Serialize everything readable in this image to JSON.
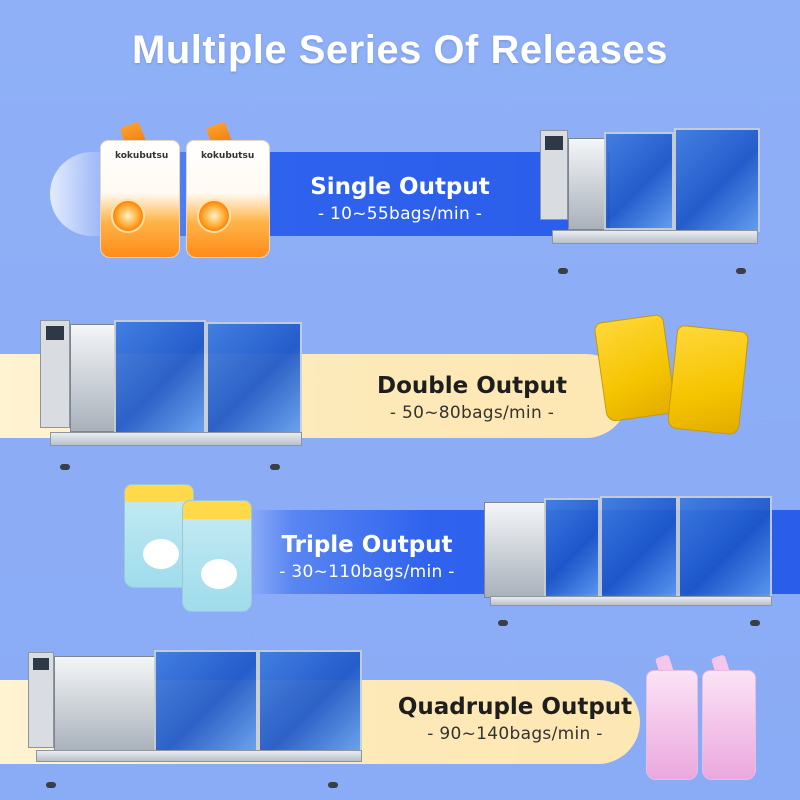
{
  "title": "Multiple Series Of Releases",
  "series": [
    {
      "name": "Single Output",
      "rate": "- 10~55bags/min -",
      "band_color": "#2f63ee"
    },
    {
      "name": "Double Output",
      "rate": "- 50~80bags/min -",
      "band_color": "#fde9b8"
    },
    {
      "name": "Triple Output",
      "rate": "- 30~110bags/min -",
      "band_color": "#2f63ee"
    },
    {
      "name": "Quadruple Output",
      "rate": "- 90~140bags/min -",
      "band_color": "#fde9b8"
    }
  ],
  "pouch_brand": "kokubutsu"
}
